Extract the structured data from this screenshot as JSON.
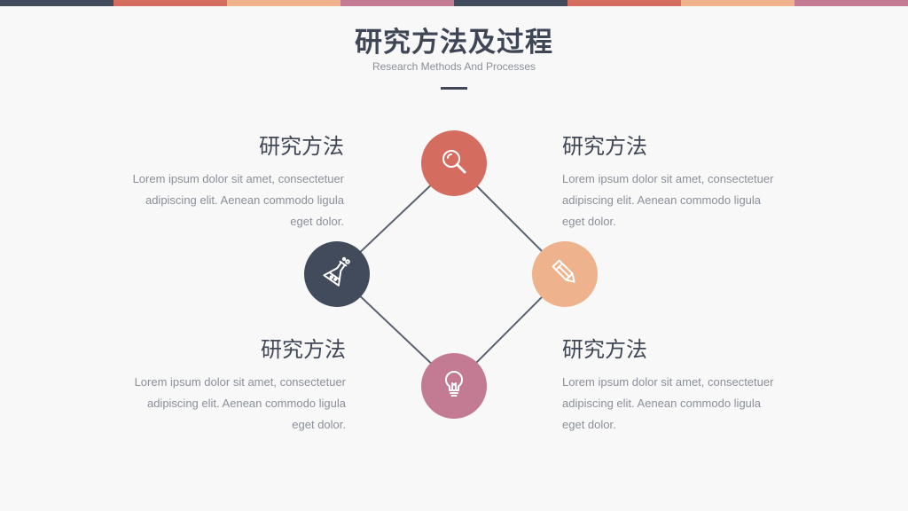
{
  "colors": {
    "dark": "#414b5c",
    "coral": "#d46d5f",
    "peach": "#eeb38c",
    "mauve": "#c27b93",
    "title": "#3f4757",
    "body_text": "#8a8f99"
  },
  "topbar": [
    "#414b5c",
    "#d46d5f",
    "#eeb38c",
    "#c27b93",
    "#414b5c",
    "#d46d5f",
    "#eeb38c",
    "#c27b93"
  ],
  "header": {
    "title": "研究方法及过程",
    "subtitle": "Research Methods And Processes"
  },
  "nodes": {
    "top": {
      "icon": "magnifier-icon",
      "color": "#d46d5f"
    },
    "left": {
      "icon": "flask-icon",
      "color": "#414b5c"
    },
    "right": {
      "icon": "pencil-icon",
      "color": "#eeb38c"
    },
    "bottom": {
      "icon": "lightbulb-icon",
      "color": "#c27b93"
    }
  },
  "blocks": {
    "top_left": {
      "heading": "研究方法",
      "lines": [
        "Lorem ipsum dolor sit amet, consectetuer",
        "adipiscing elit. Aenean commodo ligula",
        "eget dolor."
      ]
    },
    "top_right": {
      "heading": "研究方法",
      "lines": [
        "Lorem ipsum dolor sit amet, consectetuer",
        "adipiscing elit. Aenean commodo ligula",
        "eget dolor."
      ]
    },
    "bottom_left": {
      "heading": "研究方法",
      "lines": [
        "Lorem ipsum dolor sit amet, consectetuer",
        "adipiscing elit. Aenean commodo ligula",
        "eget dolor."
      ]
    },
    "bottom_right": {
      "heading": "研究方法",
      "lines": [
        "Lorem ipsum dolor sit amet, consectetuer",
        "adipiscing elit. Aenean commodo ligula",
        "eget dolor."
      ]
    }
  }
}
